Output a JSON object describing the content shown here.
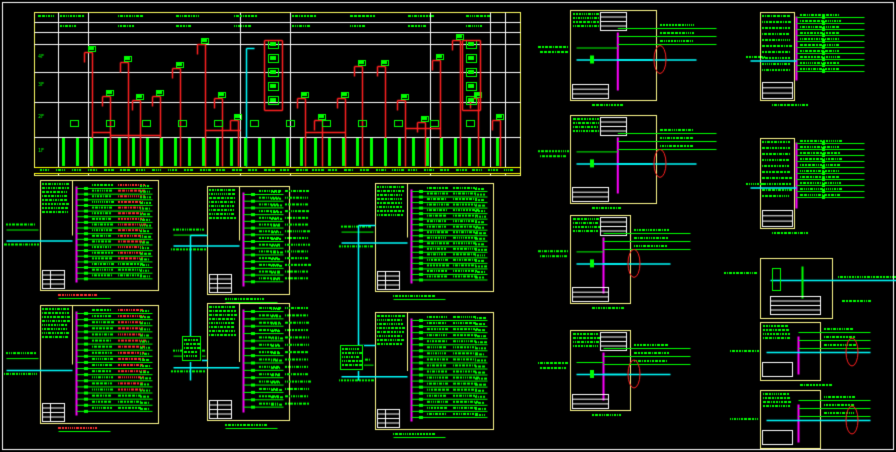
{
  "colors": {
    "background": "#000000",
    "frame": "#ffffff",
    "riser_border": "#ffff66",
    "panel_border": "#fffb8c",
    "wire_green": "#00ff00",
    "wire_red": "#ff2020",
    "wire_cyan": "#00ffff",
    "wire_magenta": "#ff00ff",
    "text_green": "#00ff00",
    "text_red": "#ff3030",
    "text_white": "#ffffff",
    "bus_yellow": "#ffff00"
  },
  "icons": {
    "breaker_icon": "breaker-symbol",
    "meter_icon": "kWh-meter-symbol",
    "ellipse_marker": "red-ellipse-highlight"
  },
  "riser": {
    "floors": [
      "4F",
      "3F",
      "2F",
      "1F"
    ],
    "column_groups": 4
  },
  "distribution_panels": {
    "left_column": 2,
    "middle_column": 2,
    "right_column": 2,
    "far_right_upper": 4,
    "far_right_lower": 4,
    "far_right_edge": 4
  }
}
